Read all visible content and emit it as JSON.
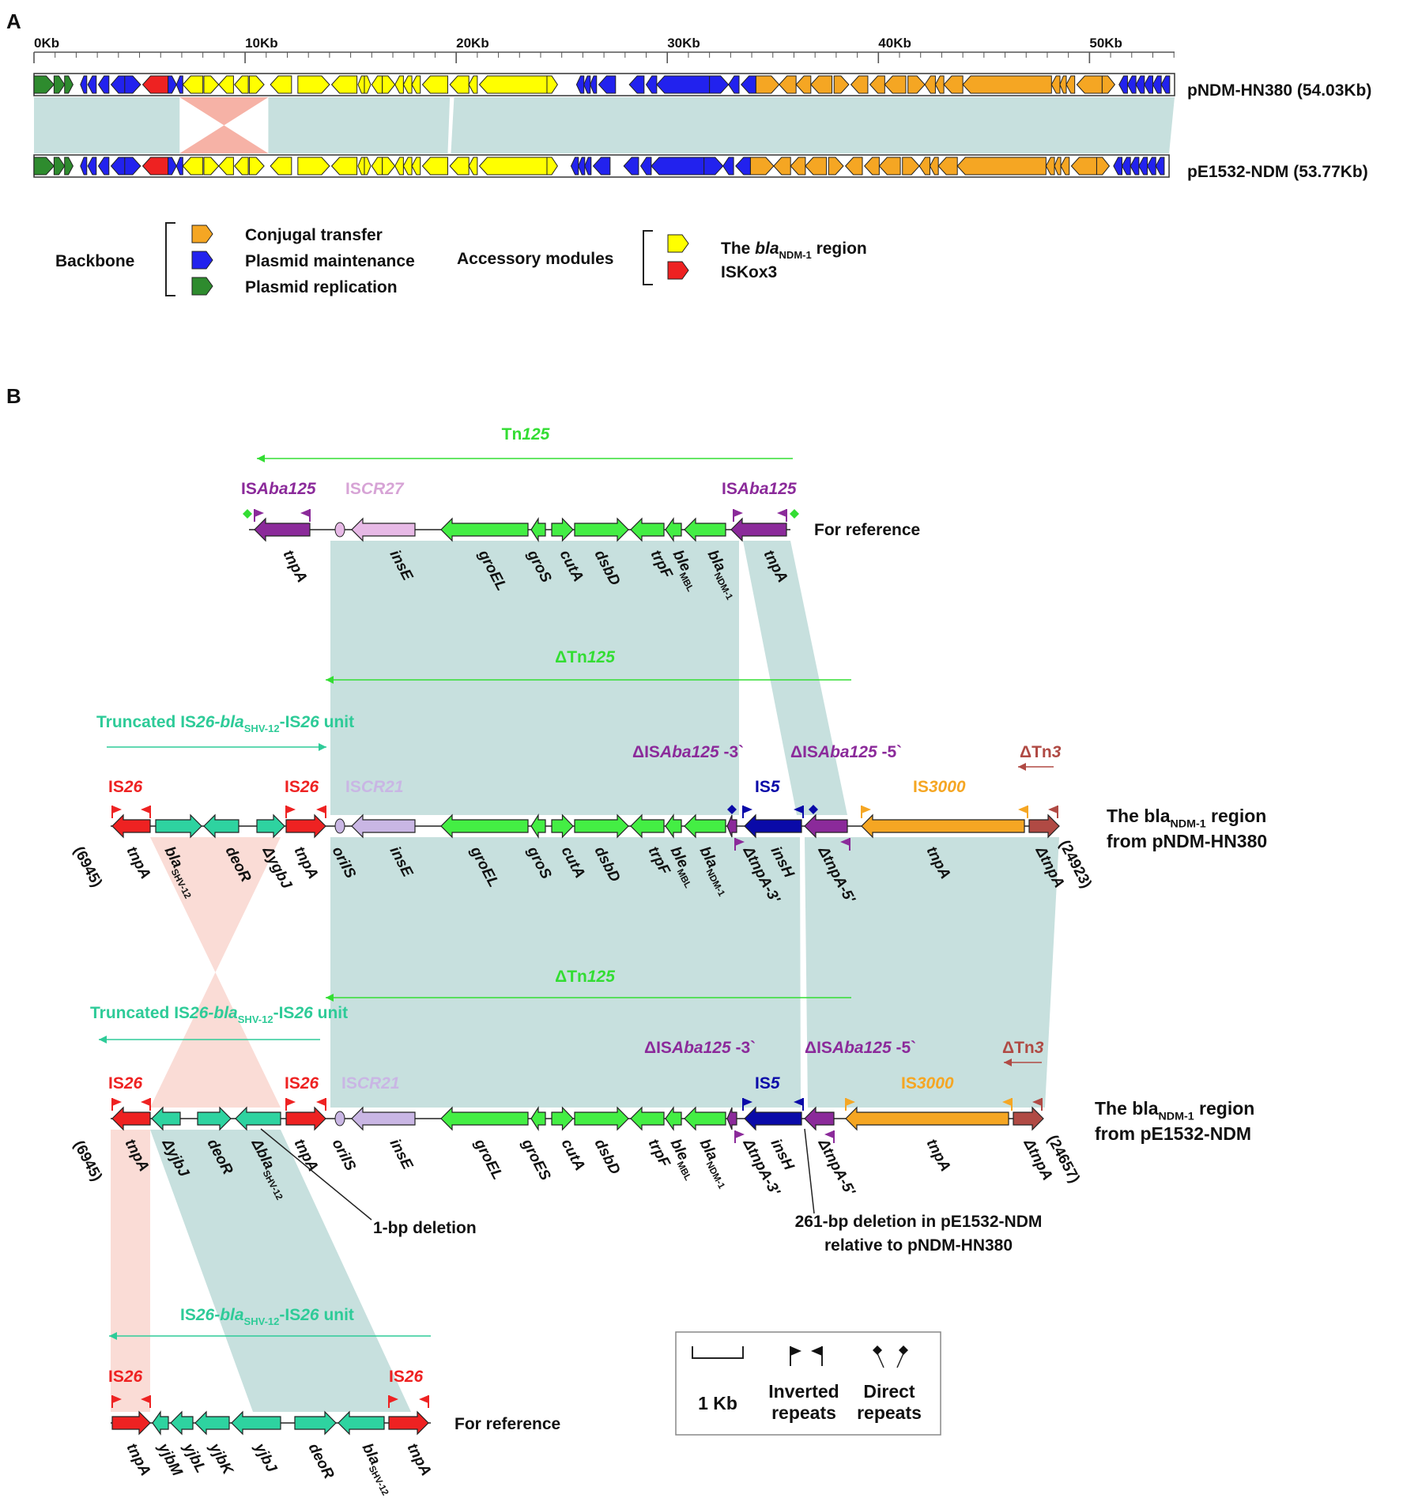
{
  "panel_a": {
    "label": "A",
    "ruler_ticks": [
      "0Kb",
      "10Kb",
      "20Kb",
      "30Kb",
      "40Kb",
      "50Kb"
    ],
    "track1": "pNDM-HN380 (54.03Kb)",
    "track2": "pE1532-NDM (53.77Kb)",
    "legend": {
      "backbone": "Backbone",
      "accessory": "Accessory modules",
      "items": [
        {
          "label": "Conjugal transfer",
          "color": "#f5a623"
        },
        {
          "label": "Plasmid maintenance",
          "color": "#2222ee"
        },
        {
          "label": "Plasmid replication",
          "color": "#2e8b2e"
        },
        {
          "label_pre": "The ",
          "label_italic": "bla",
          "label_sub": "NDM-1",
          "label_post": " region",
          "color": "#ffff00"
        },
        {
          "label": "ISKox3",
          "color": "#ee2222"
        }
      ]
    }
  },
  "panel_b": {
    "label": "B",
    "tn125": {
      "pre": "Tn",
      "it": "125"
    },
    "dtn125": {
      "pre": "ΔTn",
      "it": "125"
    },
    "isaba125": {
      "pre": "IS",
      "it": "Aba125"
    },
    "iscr27": {
      "pre": "IS",
      "it": "CR27"
    },
    "iscr21": {
      "pre": "IS",
      "it": "CR21"
    },
    "is26": {
      "pre": "IS",
      "it": "26"
    },
    "is5": {
      "pre": "IS",
      "it": "5"
    },
    "is3000": {
      "pre": "IS",
      "it": "3000"
    },
    "dtn3": {
      "pre": "ΔTn",
      "it": "3"
    },
    "dis_3": {
      "pre": "ΔIS",
      "it": "Aba125",
      "post": " -3`"
    },
    "dis_5": {
      "pre": "ΔIS",
      "it": "Aba125",
      "post": " -5`"
    },
    "trunc_unit": {
      "pre": "Truncated IS",
      "it1": "26-bla",
      "sub": "SHV-12",
      "mid": "-IS",
      "it2": "26",
      "post": " unit"
    },
    "unit": {
      "pre": "IS",
      "it1": "26-bla",
      "sub": "SHV-12",
      "mid": "-IS",
      "it2": "26",
      "post": " unit"
    },
    "for_reference": "For reference",
    "region_label_top": "The bla",
    "region_sub": "NDM-1",
    "region_post": " region",
    "from1": "from pNDM-HN380",
    "from2": "from pE1532-NDM",
    "coord1_l": "(6945)",
    "coord1_r": "(24923)",
    "coord2_l": "(6945)",
    "coord2_r": "(24657)",
    "del1": "1-bp deletion",
    "del261_a": "261-bp deletion in pE1532-NDM",
    "del261_b": "relative to pNDM-HN380",
    "legend": {
      "scale": "1 Kb",
      "inv1": "Inverted",
      "inv2": "repeats",
      "dir1": "Direct",
      "dir2": "repeats"
    },
    "genes_ref": [
      "tnpA",
      "insE",
      "groEL",
      "groS",
      "cutA",
      "dsbD",
      "trpF",
      "ble",
      "bla",
      "tnpA"
    ],
    "genes_r1": [
      "tnpA",
      "bla",
      "deoR",
      "ΔygbJ",
      "tnpA",
      "oriIS",
      "insE",
      "groEL",
      "groS",
      "cutA",
      "dsbD",
      "trpF",
      "ble",
      "bla",
      "ΔtnpA-3'",
      "insH",
      "ΔtnpA-5'",
      "tnpA",
      "ΔtnpA"
    ],
    "genes_r2": [
      "tnpA",
      "ΔyjbJ",
      "deoR",
      "Δbla",
      "tnpA",
      "oriIS",
      "insE",
      "groEL",
      "groES",
      "cutA",
      "dsbD",
      "trpF",
      "ble",
      "bla",
      "ΔtnpA-3'",
      "insH",
      "ΔtnpA-5'",
      "tnpA",
      "ΔtnpA"
    ],
    "genes_ref2": [
      "tnpA",
      "yjbM",
      "yjbL",
      "yjbK",
      "yjbJ",
      "deoR",
      "bla",
      "tnpA"
    ],
    "sub_mbl": "MBL",
    "sub_ndm": "NDM-1",
    "sub_shv": "SHV-12"
  }
}
